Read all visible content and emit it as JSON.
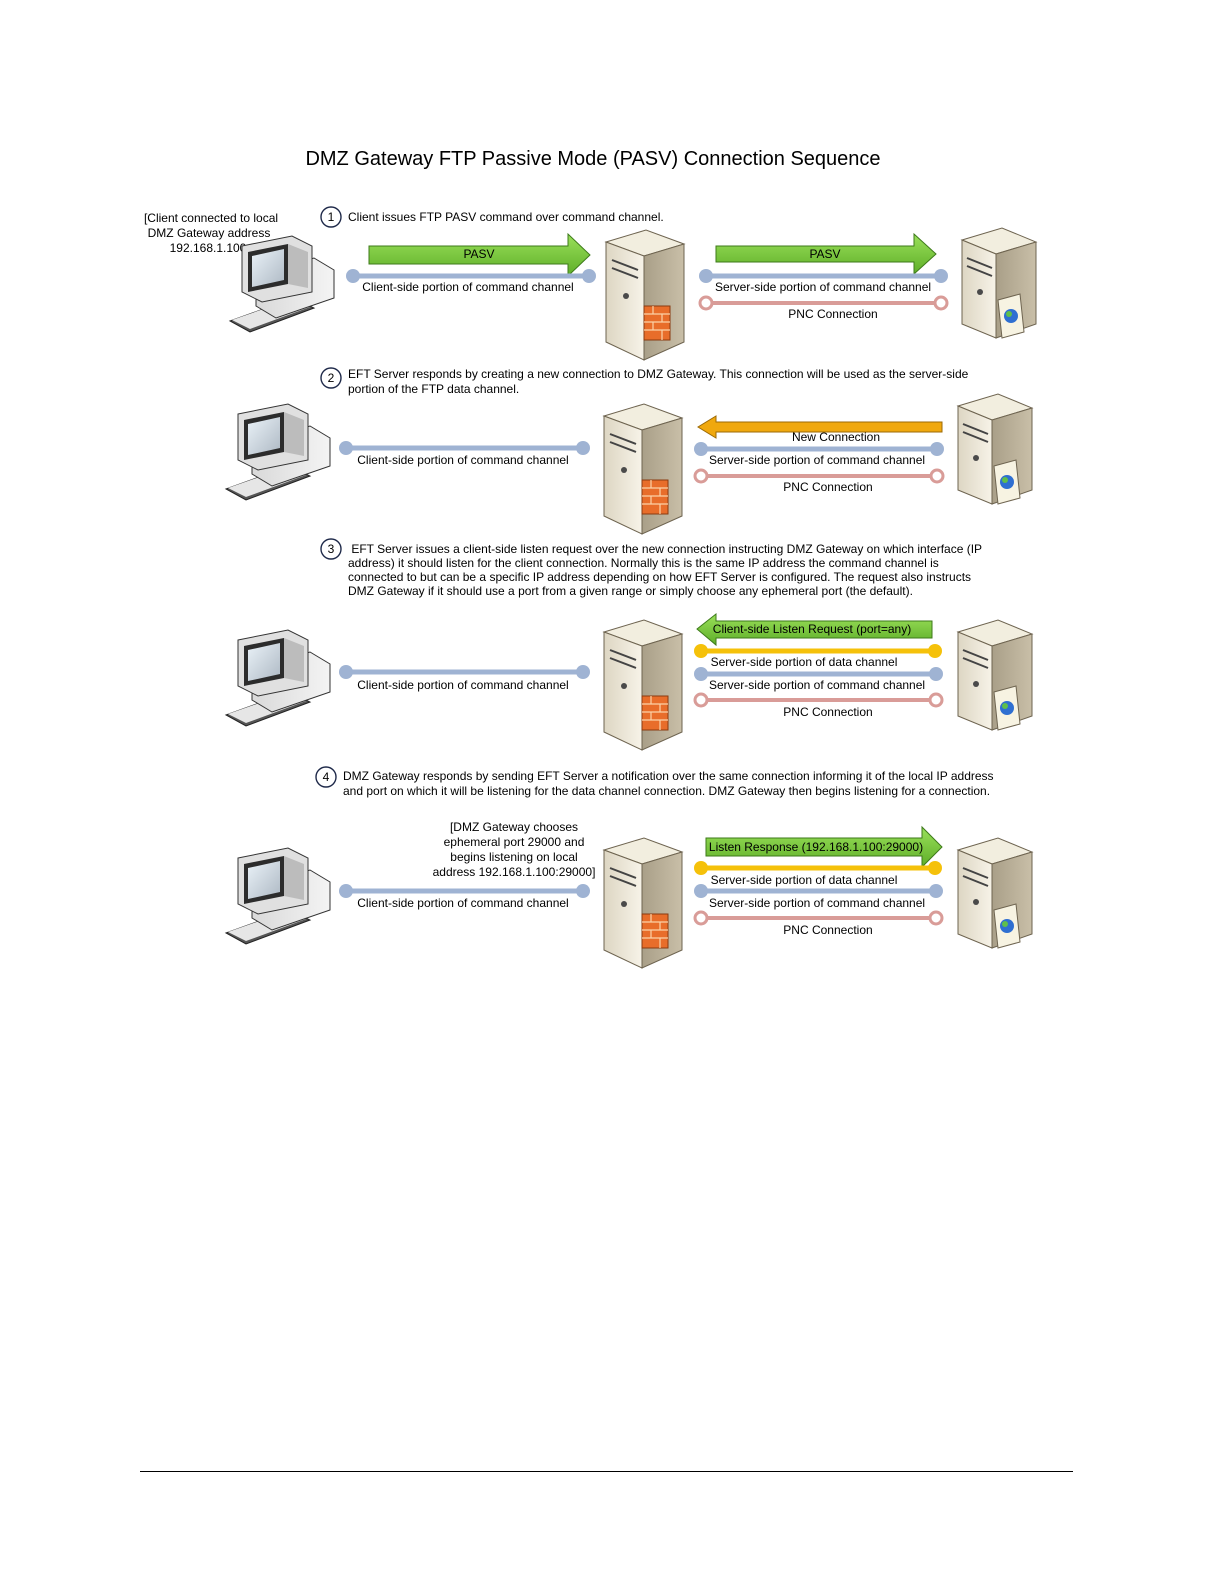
{
  "title": "DMZ Gateway FTP Passive Mode (PASV) Connection Sequence",
  "colors": {
    "command_channel": "#9fb3d3",
    "pnc_connection": "#d99c98",
    "data_channel": "#f5c10a",
    "arrow_green": "#78c63a",
    "arrow_orange": "#f0a80e",
    "step_circle": "#1f2a4a"
  },
  "icons": {
    "client": "desktop-computer-icon",
    "gateway": "dmz-gateway-server-firewall-icon",
    "eft_server": "eft-server-tower-icon"
  },
  "client_note": [
    "[Client connected to local",
    "DMZ Gateway address",
    "192.168.1.100:21]"
  ],
  "gateway_note": [
    "[DMZ Gateway chooses",
    "ephemeral port 29000 and",
    "begins listening on local",
    "address 192.168.1.100:29000]"
  ],
  "steps": [
    {
      "number": "1",
      "description": [
        "Client issues FTP PASV command over command channel."
      ],
      "client_arrow": "PASV",
      "client_line": "Client-side portion of command channel",
      "server_arrow": "PASV",
      "server_lines": [
        "Server-side portion of command channel",
        "PNC Connection"
      ]
    },
    {
      "number": "2",
      "description": [
        "EFT Server responds by creating a new connection to DMZ Gateway. This connection will be used as the server-side",
        "portion of the FTP data channel."
      ],
      "client_line": "Client-side portion of command channel",
      "server_arrow": "",
      "server_lines": [
        "New Connection",
        "Server-side portion of command channel",
        "PNC Connection"
      ]
    },
    {
      "number": "3",
      "description": [
        " EFT Server issues a client-side listen request over the new connection instructing DMZ Gateway on which interface (IP",
        "address) it should listen for the client connection. Normally this is the same IP address the command channel is",
        "connected to but can be a specific IP address depending on how EFT Server is configured. The request also instructs",
        "DMZ Gateway if it should use a port from a given range or simply choose any ephemeral port (the default)."
      ],
      "client_line": "Client-side portion of command channel",
      "server_arrow": "Client-side Listen Request (port=any)",
      "server_lines": [
        "Server-side portion of data channel",
        "Server-side portion of command channel",
        "PNC Connection"
      ]
    },
    {
      "number": "4",
      "description": [
        "DMZ Gateway responds by sending EFT Server a notification over the same connection informing it of the local IP address",
        "and port on which it will be listening for the data channel connection. DMZ Gateway then begins listening for a connection."
      ],
      "client_line": "Client-side portion of command channel",
      "server_arrow": "Listen Response (192.168.1.100:29000)",
      "server_lines": [
        "Server-side portion of data channel",
        "Server-side portion of command channel",
        "PNC Connection"
      ]
    }
  ]
}
